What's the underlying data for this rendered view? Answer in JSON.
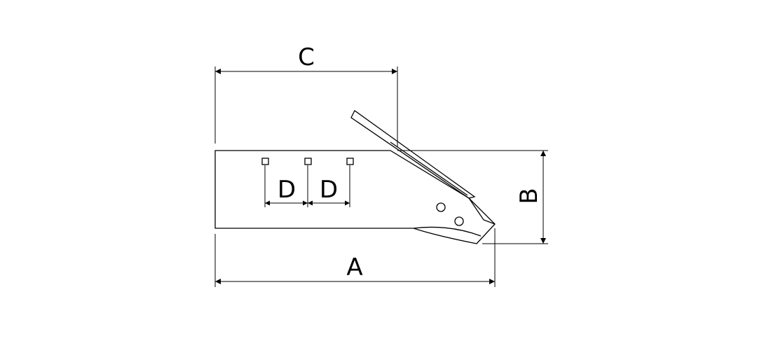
{
  "drawing": {
    "line_color": "#000000",
    "background": "#ffffff"
  },
  "dimensions": {
    "a": "A",
    "b": "B",
    "c": "C",
    "d1": "D",
    "d2": "D"
  }
}
